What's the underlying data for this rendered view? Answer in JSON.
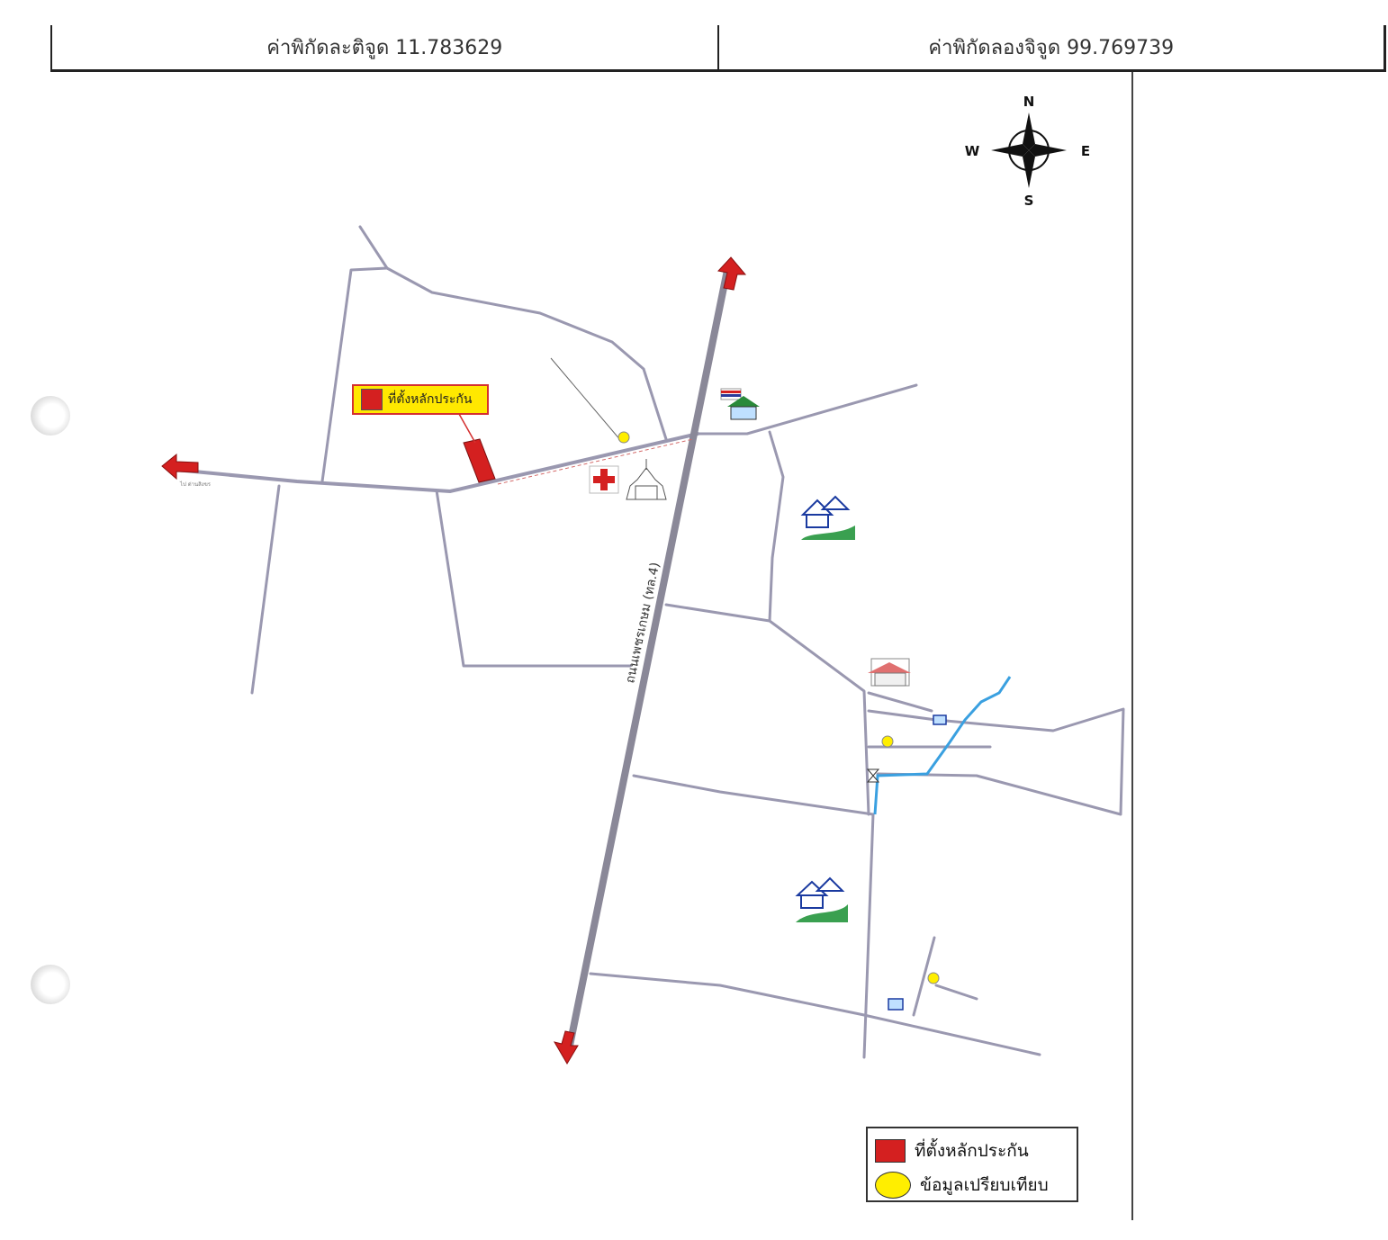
{
  "header": {
    "latitude_text": "ค่าพิกัดละติจูด 11.783629",
    "longitude_text": "ค่าพิกัดลองจิจูด 99.769739"
  },
  "compass": {
    "n": "N",
    "s": "S",
    "e": "E",
    "w": "W"
  },
  "map_callout": {
    "label": "ที่ตั้งหลักประกัน"
  },
  "legend": {
    "items": [
      {
        "label": "ที่ตั้งหลักประกัน",
        "color": "#d42020",
        "shape": "square"
      },
      {
        "label": "ข้อมูลเปรียบเทียบ",
        "color": "#ffee00",
        "shape": "circle"
      }
    ]
  },
  "roads": {
    "highway_label": "ถนนเพชรเกษม (ทล.4)",
    "west_arrow_label": "ไป ด่านสิงขร"
  },
  "colors": {
    "road": "#9a98b0",
    "highway": "#8a8898",
    "arrow": "#d42020",
    "river": "#3aa0e0",
    "comparison_marker": "#ffee00"
  }
}
